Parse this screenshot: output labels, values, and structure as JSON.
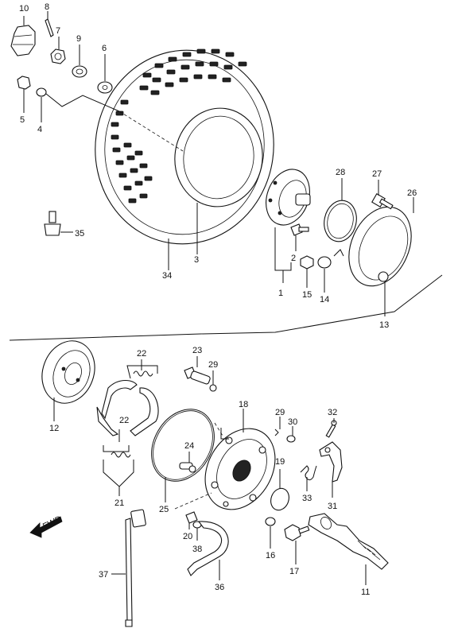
{
  "diagram": {
    "labels": {
      "p1": "1",
      "p2": "2",
      "p3": "3",
      "p4": "4",
      "p5": "5",
      "p6": "6",
      "p7": "7",
      "p8": "8",
      "p9": "9",
      "p10": "10",
      "p11": "11",
      "p12": "12",
      "p13": "13",
      "p14": "14",
      "p15": "15",
      "p16": "16",
      "p17": "17",
      "p18": "18",
      "p19": "19",
      "p20": "20",
      "p21": "21",
      "p22a": "22",
      "p22b": "22",
      "p23": "23",
      "p24": "24",
      "p25": "25",
      "p26": "26",
      "p27": "27",
      "p28": "28",
      "p29a": "29",
      "p29b": "29",
      "p30": "30",
      "p31": "31",
      "p32": "32",
      "p33": "33",
      "p34": "34",
      "p35": "35",
      "p36": "36",
      "p37": "37",
      "p38": "38"
    },
    "fwd_label": "FWD"
  }
}
